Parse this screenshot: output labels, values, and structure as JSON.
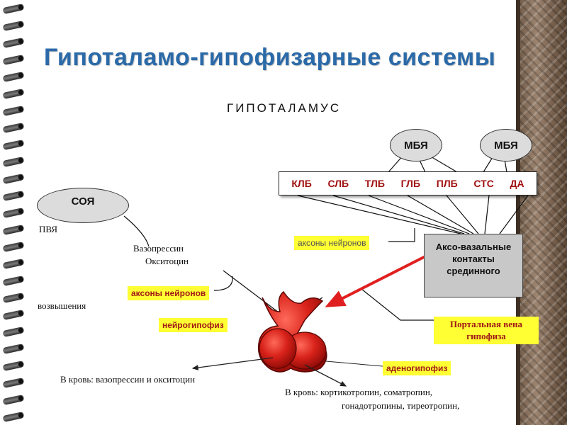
{
  "title": "Гипоталамо-гипофизарные системы",
  "diagram": {
    "hypothalamus": "ГИПОТАЛАМУС",
    "mbya_left": "МБЯ",
    "mbya_right": "МБЯ",
    "nuclei": [
      "КЛБ",
      "СЛБ",
      "ТЛБ",
      "ГЛБ",
      "ПЛБ",
      "СТС",
      "ДА"
    ],
    "soya": "СОЯ",
    "pvya": "ПВЯ",
    "vasopressin": "Вазопрессин",
    "oxytocin": "Окситоцин",
    "elevation": "возвышения",
    "axons_top": "аксоны нейронов",
    "axons_mid": "аксоны нейронов",
    "neurohypophysis": "нейрогипофиз",
    "adenohypophysis": "аденогипофиз",
    "contacts": [
      "Аксо-вазальные",
      "контакты",
      "срединного"
    ],
    "portal": [
      "Портальная  вена",
      "гипофиза"
    ],
    "blood_left": "В кровь:  вазопрессин и окситоцин",
    "blood_right_1": "В кровь:  кортикотропин, соматропин,",
    "blood_right_2": "гонадотропины, тиреотропин,"
  },
  "colors": {
    "title": "#2b6aa8",
    "label_bg": "#ffff33",
    "label_text": "#a01818",
    "gland": "#cc1a10",
    "arrow": "#e02020"
  }
}
